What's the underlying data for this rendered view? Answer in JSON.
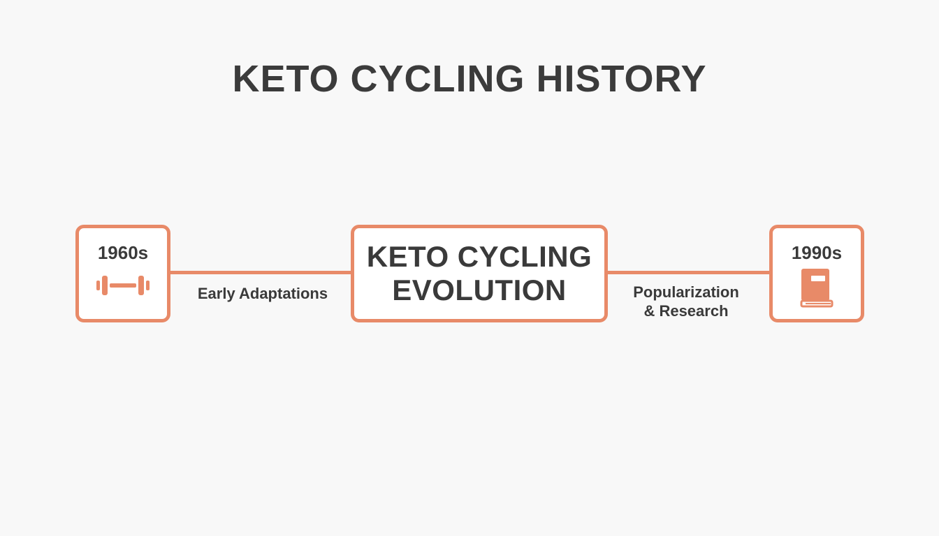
{
  "title": "KETO CYCLING HISTORY",
  "center": {
    "line1": "KETO CYCLING",
    "line2": "EVOLUTION"
  },
  "left_node": {
    "year": "1960s",
    "icon": "dumbbell-icon"
  },
  "right_node": {
    "year": "1990s",
    "icon": "book-icon"
  },
  "left_label": "Early Adaptations",
  "right_label": {
    "line1": "Popularization",
    "line2": "& Research"
  },
  "colors": {
    "accent": "#e88a68",
    "text": "#3a3a3a",
    "background": "#f8f8f8"
  }
}
